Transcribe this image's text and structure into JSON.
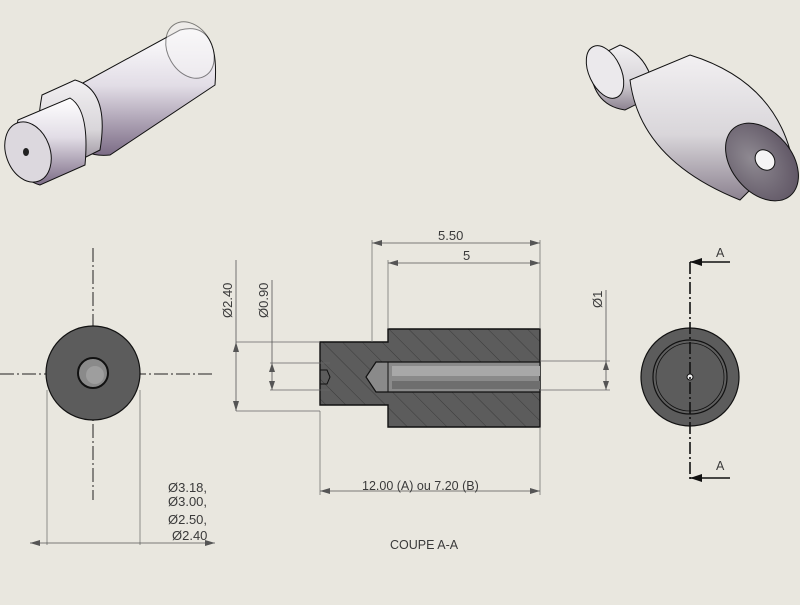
{
  "section_title": "COUPE A-A",
  "dimensions": {
    "d_outer_2_40": "Ø2.40",
    "d_bore_0_90": "Ø0.90",
    "d_pin_1": "Ø1",
    "len_5_50": "5.50",
    "len_5": "5",
    "total_length": "12.00 (A) ou 7.20 (B)",
    "diam_list": [
      "Ø3.18,",
      "Ø3.00,",
      "Ø2.50,",
      "Ø2.40"
    ]
  },
  "section_marks": {
    "top": "A",
    "bottom": "A"
  },
  "colors": {
    "background": "#e9e7df",
    "part_fill": "#5c5c5c",
    "part_light": "#8a8a8a",
    "iso_shade": "#d8d4dc",
    "iso_dark": "#6f5f78"
  }
}
